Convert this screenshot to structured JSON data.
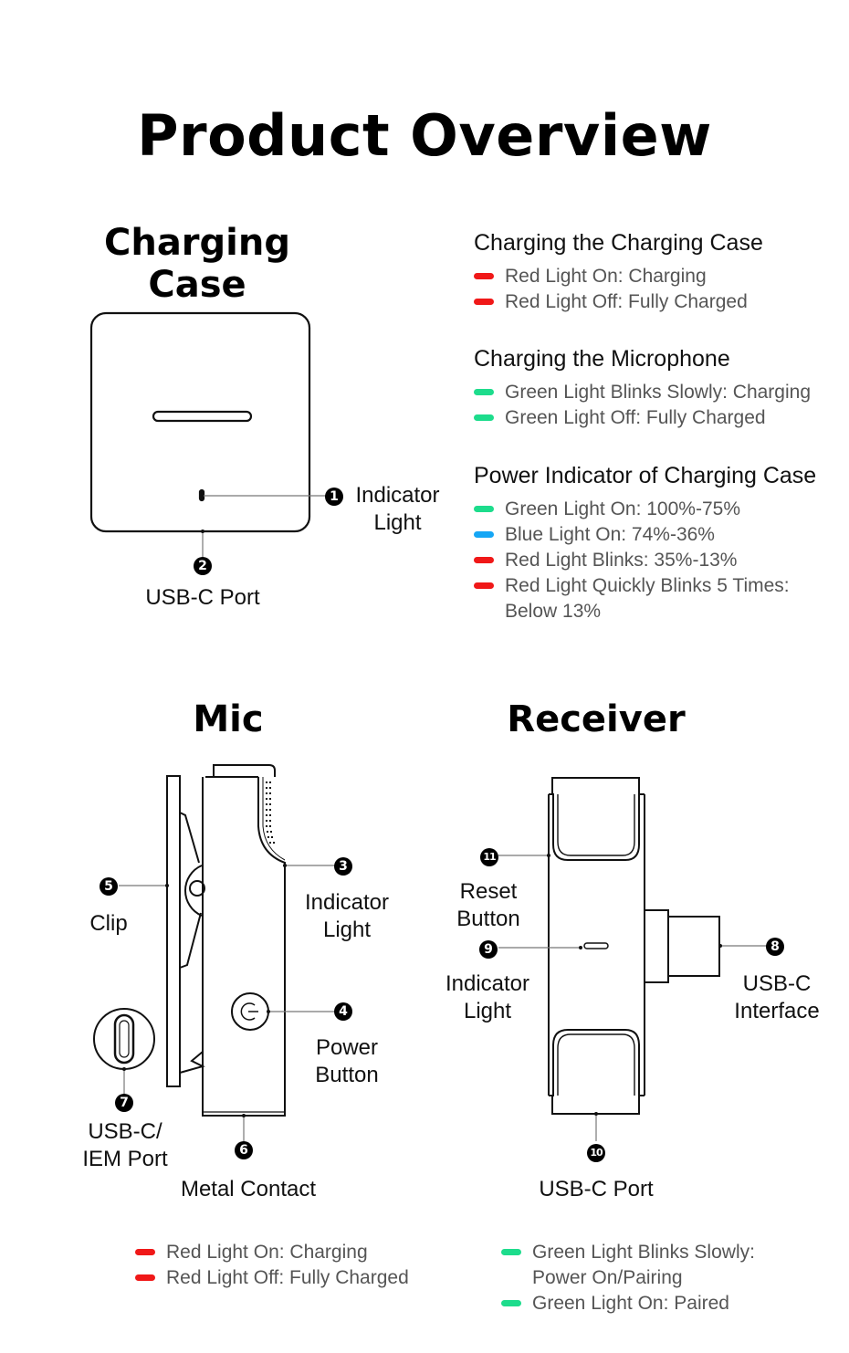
{
  "page": {
    "title": "Product Overview"
  },
  "charging_case": {
    "heading_line1": "Charging",
    "heading_line2": "Case",
    "callouts": [
      {
        "number": "1",
        "label_line1": "Indicator",
        "label_line2": "Light"
      },
      {
        "number": "2",
        "label_line1": "USB-C Port"
      }
    ],
    "groups": [
      {
        "heading": "Charging the Charging Case",
        "items": [
          {
            "color": "#f01818",
            "text": "Red Light On: Charging"
          },
          {
            "color": "#f01818",
            "text": "Red Light Off: Fully Charged"
          }
        ]
      },
      {
        "heading": "Charging the Microphone",
        "items": [
          {
            "color": "#1ddc8c",
            "text": "Green Light Blinks Slowly: Charging"
          },
          {
            "color": "#1ddc8c",
            "text": "Green Light Off: Fully Charged"
          }
        ]
      },
      {
        "heading": "Power Indicator of Charging Case",
        "items": [
          {
            "color": "#1ddc8c",
            "text": "Green Light On: 100%-75%"
          },
          {
            "color": "#15a6f5",
            "text": "Blue Light On: 74%-36%"
          },
          {
            "color": "#f01818",
            "text": "Red Light Blinks: 35%-13%"
          },
          {
            "color": "#f01818",
            "text": "Red Light Quickly Blinks 5 Times:",
            "text2": "Below 13%"
          }
        ]
      }
    ]
  },
  "mic": {
    "heading": "Mic",
    "callouts": [
      {
        "number": "3",
        "label_line1": "Indicator",
        "label_line2": "Light"
      },
      {
        "number": "4",
        "label_line1": "Power",
        "label_line2": "Button"
      },
      {
        "number": "5",
        "label_line1": "Clip"
      },
      {
        "number": "6",
        "label_line1": "Metal Contact"
      },
      {
        "number": "7",
        "label_line1": "USB-C/",
        "label_line2": "IEM Port"
      }
    ],
    "legend": [
      {
        "color": "#f01818",
        "text": "Red Light On: Charging"
      },
      {
        "color": "#f01818",
        "text": "Red Light Off: Fully Charged"
      }
    ]
  },
  "receiver": {
    "heading": "Receiver",
    "callouts": [
      {
        "number": "8",
        "label_line1": "USB-C",
        "label_line2": "Interface"
      },
      {
        "number": "9",
        "label_line1": "Indicator",
        "label_line2": "Light"
      },
      {
        "number": "10",
        "label_line1": "USB-C Port"
      },
      {
        "number": "11",
        "label_line1": "Reset",
        "label_line2": "Button"
      }
    ],
    "legend": [
      {
        "color": "#1ddc8c",
        "text": "Green Light Blinks Slowly:",
        "text2": "Power On/Pairing"
      },
      {
        "color": "#1ddc8c",
        "text": "Green Light On: Paired"
      }
    ]
  }
}
